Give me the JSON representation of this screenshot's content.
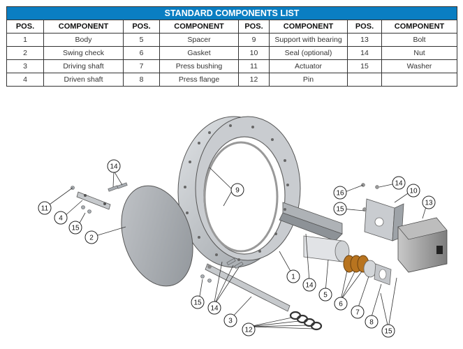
{
  "table": {
    "title": "STANDARD COMPONENTS LIST",
    "headers": [
      "POS.",
      "COMPONENT",
      "POS.",
      "COMPONENT",
      "POS.",
      "COMPONENT",
      "POS.",
      "COMPONENT"
    ],
    "rows": [
      [
        "1",
        "Body",
        "5",
        "Spacer",
        "9",
        "Support with bearing",
        "13",
        "Bolt"
      ],
      [
        "2",
        "Swing check",
        "6",
        "Gasket",
        "10",
        "Seal (optional)",
        "14",
        "Nut"
      ],
      [
        "3",
        "Driving shaft",
        "7",
        "Press bushing",
        "11",
        "Actuator",
        "15",
        "Washer"
      ],
      [
        "4",
        "Driven shaft",
        "8",
        "Press flange",
        "12",
        "Pin",
        "",
        ""
      ]
    ]
  },
  "diagram": {
    "callouts": {
      "c1": "1",
      "c2": "2",
      "c3": "3",
      "c4": "4",
      "c5": "5",
      "c6": "6",
      "c7": "7",
      "c8": "8",
      "c9": "9",
      "c10": "10",
      "c11": "11",
      "c12": "12",
      "c13": "13",
      "c14a": "14",
      "c14b": "14",
      "c14c": "14",
      "c14d": "14",
      "c15a": "15",
      "c15b": "15",
      "c15c": "15",
      "c15d": "15",
      "c16": "16"
    },
    "colors": {
      "metal": "#b9bdc2",
      "metal_dark": "#8d9297",
      "disk": "#a9adb2",
      "actuator": "#9a9a9a",
      "gasket": "#b8741f",
      "blue": "#0a7ec2"
    }
  }
}
